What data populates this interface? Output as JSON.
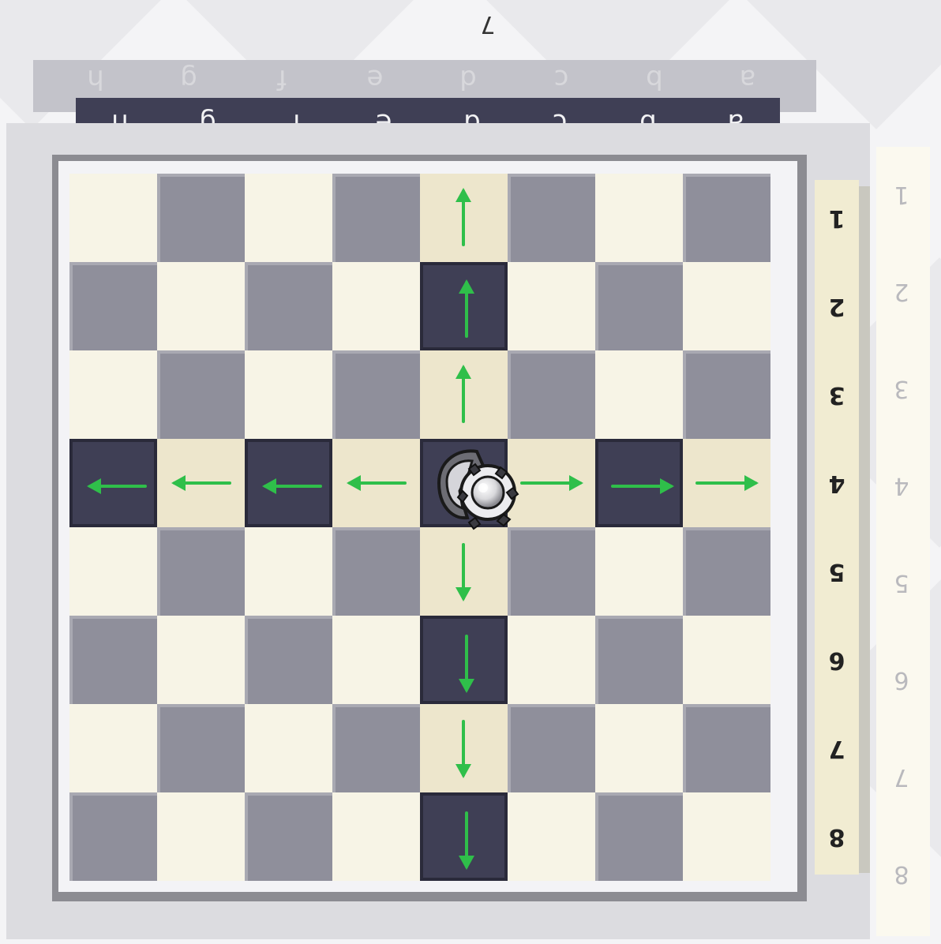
{
  "top_mark": "7",
  "files": [
    "h",
    "g",
    "f",
    "e",
    "d",
    "c",
    "b",
    "a"
  ],
  "ranks": [
    "1",
    "2",
    "3",
    "4",
    "5",
    "6",
    "7",
    "8"
  ],
  "colors": {
    "light_square": "#f7f4e6",
    "dark_square": "#8f8f9b",
    "highlight_light": "#ede6cc",
    "highlight_dark": "#3f3f55",
    "arrow": "#2fbf4a",
    "file_bar": "#3f3f55",
    "rank_bar": "#f1ecd2"
  },
  "piece": {
    "type": "rook",
    "color": "white",
    "square": "d4"
  },
  "moves": {
    "up": [
      "d3",
      "d2",
      "d1"
    ],
    "down": [
      "d5",
      "d6",
      "d7",
      "d8"
    ],
    "left": [
      "e4",
      "f4",
      "g4",
      "h4"
    ],
    "right": [
      "c4",
      "b4",
      "a4"
    ]
  }
}
